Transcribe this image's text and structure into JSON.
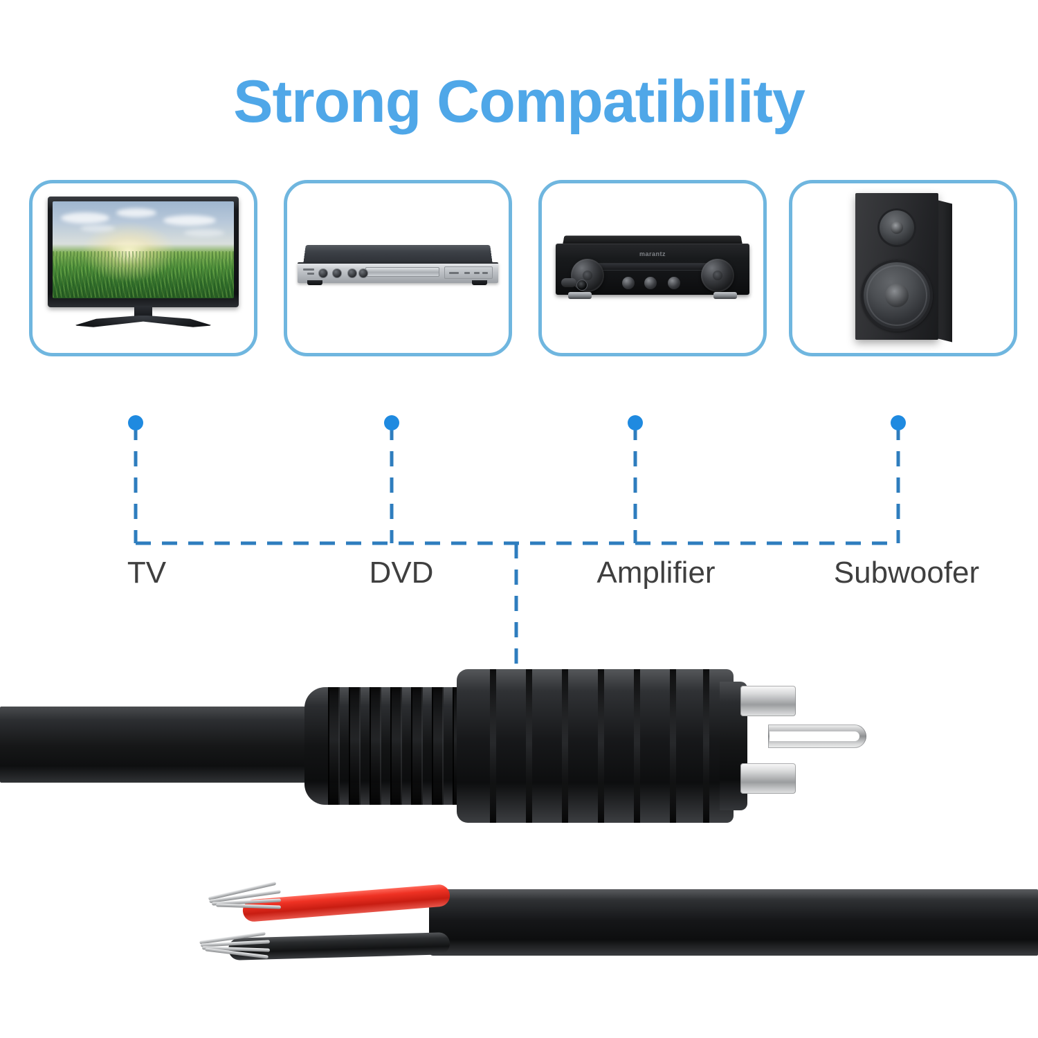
{
  "page": {
    "title": "Strong Compatibility",
    "background_color": "#ffffff",
    "accent_color": "#4FA7E8",
    "card_border_color": "#6FB6DF",
    "connector_line_color": "#2E7DBE",
    "label_color": "#3f3f3f"
  },
  "devices": [
    {
      "id": "tv",
      "label": "TV",
      "icon": "television-icon"
    },
    {
      "id": "dvd",
      "label": "DVD",
      "icon": "dvd-player-icon"
    },
    {
      "id": "amplifier",
      "label": "Amplifier",
      "icon": "amplifier-icon",
      "brand_text": "marantz"
    },
    {
      "id": "subwoofer",
      "label": "Subwoofer",
      "icon": "subwoofer-speaker-icon"
    }
  ],
  "connectors": {
    "style": "dashed",
    "node_dot_color": "#1F8AE0",
    "bus_label": "shared-connection-bus"
  },
  "product": {
    "plug_type": "RCA male connector",
    "plug_color": "#111213",
    "pin_color": "#cfd0d1",
    "cable": {
      "jacket_color": "#151618",
      "conductors": [
        {
          "name": "positive-wire",
          "color": "#e8382a",
          "color_name": "red"
        },
        {
          "name": "negative-wire",
          "color": "#1a1b1d",
          "color_name": "black"
        }
      ],
      "bare_strand_color": "#c9cbcd"
    }
  }
}
